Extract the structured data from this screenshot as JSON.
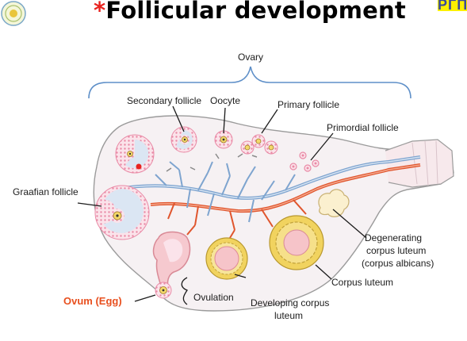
{
  "title": {
    "star": "*",
    "text": "Follicular development"
  },
  "badge": {
    "text": "РГП"
  },
  "diagram": {
    "labels": {
      "ovary": "Ovary",
      "secondary_follicle": "Secondary follicle",
      "oocyte": "Oocyte",
      "primary_follicle": "Primary follicle",
      "primordial_follicle": "Primordial follicle",
      "graafian_follicle": "Graafian follicle",
      "degenerating_line1": "Degenerating",
      "degenerating_line2": "corpus luteum",
      "degenerating_line3": "(corpus albicans)",
      "corpus_luteum": "Corpus luteum",
      "ovum": "Ovum (Egg)",
      "ovulation": "Ovulation",
      "developing_line1": "Developing corpus",
      "developing_line2": "luteum"
    },
    "colors": {
      "ovary_fill": "#f6f1f3",
      "ovary_stroke": "#9b9b9b",
      "bracket": "#5e8fc8",
      "follicle_cells": "#e98aa6",
      "antrum": "#dbe6f3",
      "oocyte": "#f3d86a",
      "artery": "#e0552d",
      "vein": "#7ea4cf",
      "corpus_luteum": "#f1d35f",
      "accent_red": "#e8231f"
    }
  }
}
